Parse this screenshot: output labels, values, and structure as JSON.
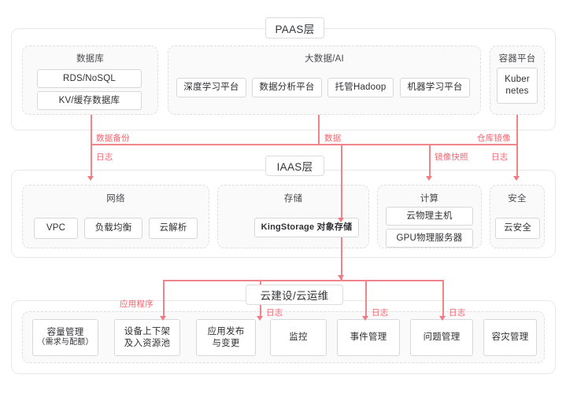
{
  "diagram": {
    "title_chips": [
      {
        "id": "paas",
        "label": "PAAS层"
      },
      {
        "id": "iaas",
        "label": "IAAS层"
      },
      {
        "id": "ops",
        "label": "云建设/云运维"
      }
    ],
    "accent_color": "#f4646f",
    "panel_border_color": "#e8e8ea",
    "group_fill_color": "#fafafb"
  },
  "paas_layer": {
    "groups": [
      {
        "name": "数据库",
        "items": [
          {
            "line1": "RDS/NoSQL"
          },
          {
            "line1": "KV/缓存数据库"
          }
        ]
      },
      {
        "name": "大数据/AI",
        "items": [
          {
            "line1": "深度学习平台"
          },
          {
            "line1": "数据分析平台"
          },
          {
            "line1": "托管Hadoop"
          },
          {
            "line1": "机器学习平台"
          }
        ]
      },
      {
        "name": "容器平台",
        "items": [
          {
            "line1": "Kuber",
            "line2": "netes"
          }
        ]
      }
    ]
  },
  "iaas_layer": {
    "groups": [
      {
        "name": "网络",
        "items": [
          {
            "line1": "VPC"
          },
          {
            "line1": "负载均衡"
          },
          {
            "line1": "云解析"
          }
        ]
      },
      {
        "name": "存储",
        "items": [
          {
            "line1": "KingStorage 对象存储"
          }
        ]
      },
      {
        "name": "计算",
        "items": [
          {
            "line1": "云物理主机"
          },
          {
            "line1": "GPU物理服务器"
          }
        ]
      },
      {
        "name": "安全",
        "items": [
          {
            "line1": "云安全"
          }
        ]
      }
    ]
  },
  "ops_layer": {
    "items": [
      {
        "line1": "容量管理",
        "line2": "（需求与配额）"
      },
      {
        "line1": "设备上下架",
        "line2": "及入资源池"
      },
      {
        "line1": "应用发布",
        "line2": "与变更"
      },
      {
        "line1": "监控"
      },
      {
        "line1": "事件管理"
      },
      {
        "line1": "问题管理"
      },
      {
        "line1": "容灾管理"
      }
    ]
  },
  "edge_labels": {
    "data_backup": "数据备份",
    "log_db": "日志",
    "data": "数据",
    "image_snapshot": "镜像快照",
    "repo_image": "仓库镜像",
    "log_security": "日志",
    "app_program": "应用程序",
    "log_monitor": "日志",
    "log_event": "日志",
    "log_problem": "日志"
  }
}
